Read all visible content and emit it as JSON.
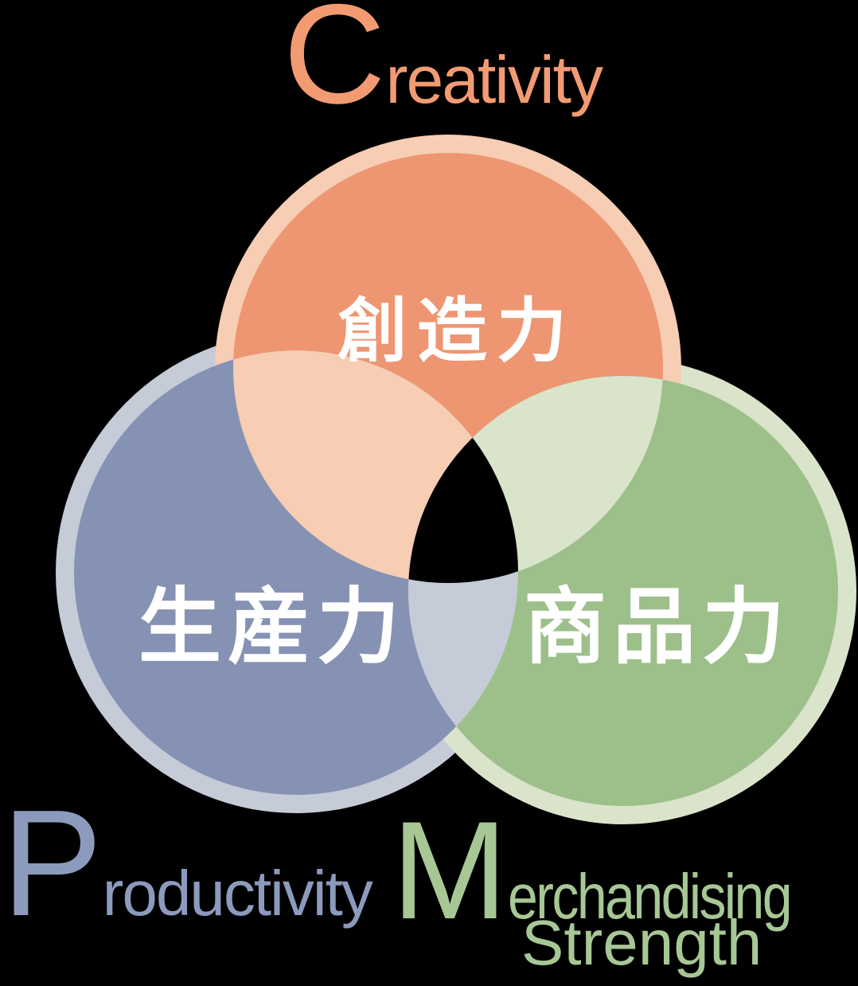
{
  "diagram": {
    "type": "venn-3-circle",
    "background": "#000000",
    "kanji_color": "#FFFFFF",
    "circles": [
      {
        "id": "creativity",
        "label_jp": "創造力",
        "label_en_initial": "C",
        "label_en_rest": "reativity",
        "color": "#EE9572",
        "tint": "#F7CDB3",
        "label_color": "#F29B72"
      },
      {
        "id": "productivity",
        "label_jp": "生産力",
        "label_en_initial": "P",
        "label_en_rest": "roductivity",
        "color": "#8692B4",
        "tint": "#C5CBD7",
        "label_color": "#8C9ABD"
      },
      {
        "id": "merchandising-strength",
        "label_jp": "商品力",
        "label_en_initial": "M",
        "label_en_rest": "erchandising",
        "label_en_line2_initial": "S",
        "label_en_line2_rest": "trength",
        "color": "#9DC08A",
        "tint": "#DAE4CB",
        "label_color": "#A7C795"
      }
    ]
  }
}
